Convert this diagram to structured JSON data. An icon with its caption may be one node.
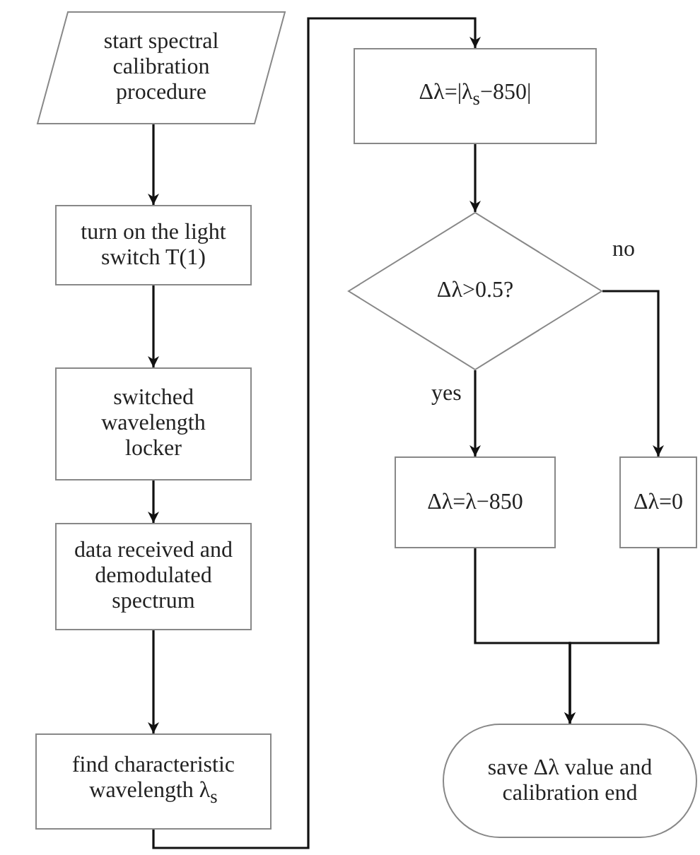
{
  "diagram": {
    "nodes": [
      {
        "text": [
          "start spectral calibration procedure"
        ]
      },
      {
        "text": [
          "turn on the light switch T(1)"
        ]
      },
      {
        "text": [
          "switched wavelength locker"
        ]
      },
      {
        "text": [
          "data received and demodulated spectrum"
        ]
      },
      {
        "text": [
          "find characteristic wavelength λ$_{s}$"
        ]
      },
      {
        "text": [
          "Δλ=|λ$_{s}$−850|"
        ]
      },
      {
        "text": [
          "Δλ>0.5?"
        ]
      },
      {
        "text": [
          "Δλ=λ−850"
        ]
      },
      {
        "text": [
          "Δλ=0"
        ]
      },
      {
        "text": [
          "save Δλ value and calibration end"
        ]
      }
    ],
    "edges": [
      {
        "from": 0,
        "to": 1,
        "arrow": "to"
      },
      {
        "from": 1,
        "to": 2,
        "arrow": "to"
      },
      {
        "from": 2,
        "to": 3,
        "arrow": "to"
      },
      {
        "from": 3,
        "to": 4,
        "arrow": "to"
      },
      {
        "from": 4,
        "to": 5,
        "arrow": "to"
      },
      {
        "from": 5,
        "to": 6,
        "arrow": "to"
      },
      {
        "from": 6,
        "to": 7,
        "arrow": "to",
        "label": "yes"
      },
      {
        "from": 6,
        "to": 8,
        "arrow": "to",
        "label": "no"
      },
      {
        "from": 7,
        "to": 9,
        "arrow": "to"
      },
      {
        "from": 8,
        "to": 9,
        "arrow": "to"
      }
    ]
  }
}
